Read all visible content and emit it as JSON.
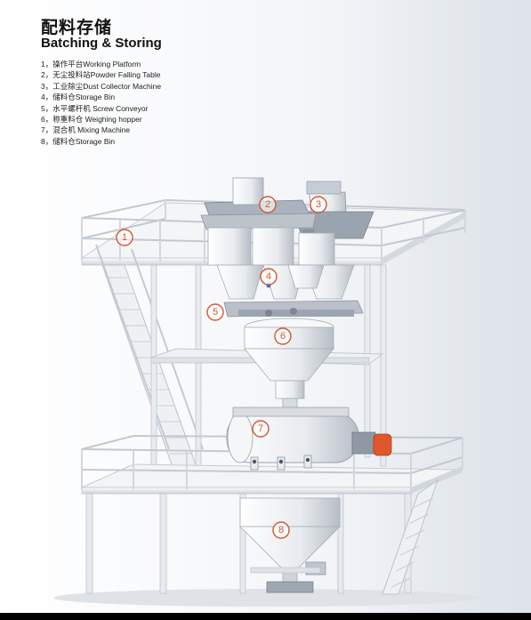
{
  "title_zh": "配料存储",
  "title_en": "Batching & Storing",
  "legend": [
    "1，操作平台Working Platform",
    "2，无尘投料站Powder Falling Table",
    "3，工业除尘Dust Collector Machine",
    "4，储料仓Storage Bin",
    "5，水平螺杆机 Screw Conveyor",
    "6，称重料仓 Weighing hopper",
    "7，混合机 Mixing Machine",
    "8，储料仓Storage Bin"
  ],
  "callouts": [
    "1",
    "2",
    "3",
    "4",
    "5",
    "6",
    "7",
    "8"
  ],
  "colors": {
    "callout": "#d35830",
    "frame": "#e9ecef",
    "motor": "#e2562b",
    "text": "#111111"
  }
}
